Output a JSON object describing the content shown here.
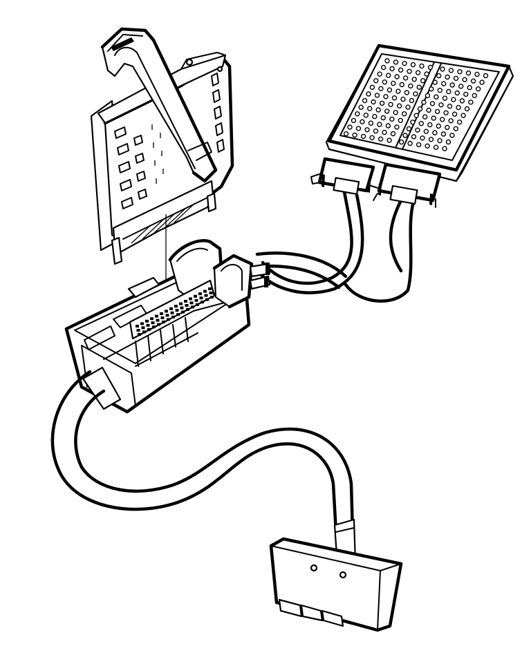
{
  "figure": {
    "background": "#ffffff",
    "line_color": "#000000",
    "components": [
      "module-connector",
      "breakout-box",
      "pin-test-panel",
      "adapter-cable",
      "end-connector"
    ]
  }
}
